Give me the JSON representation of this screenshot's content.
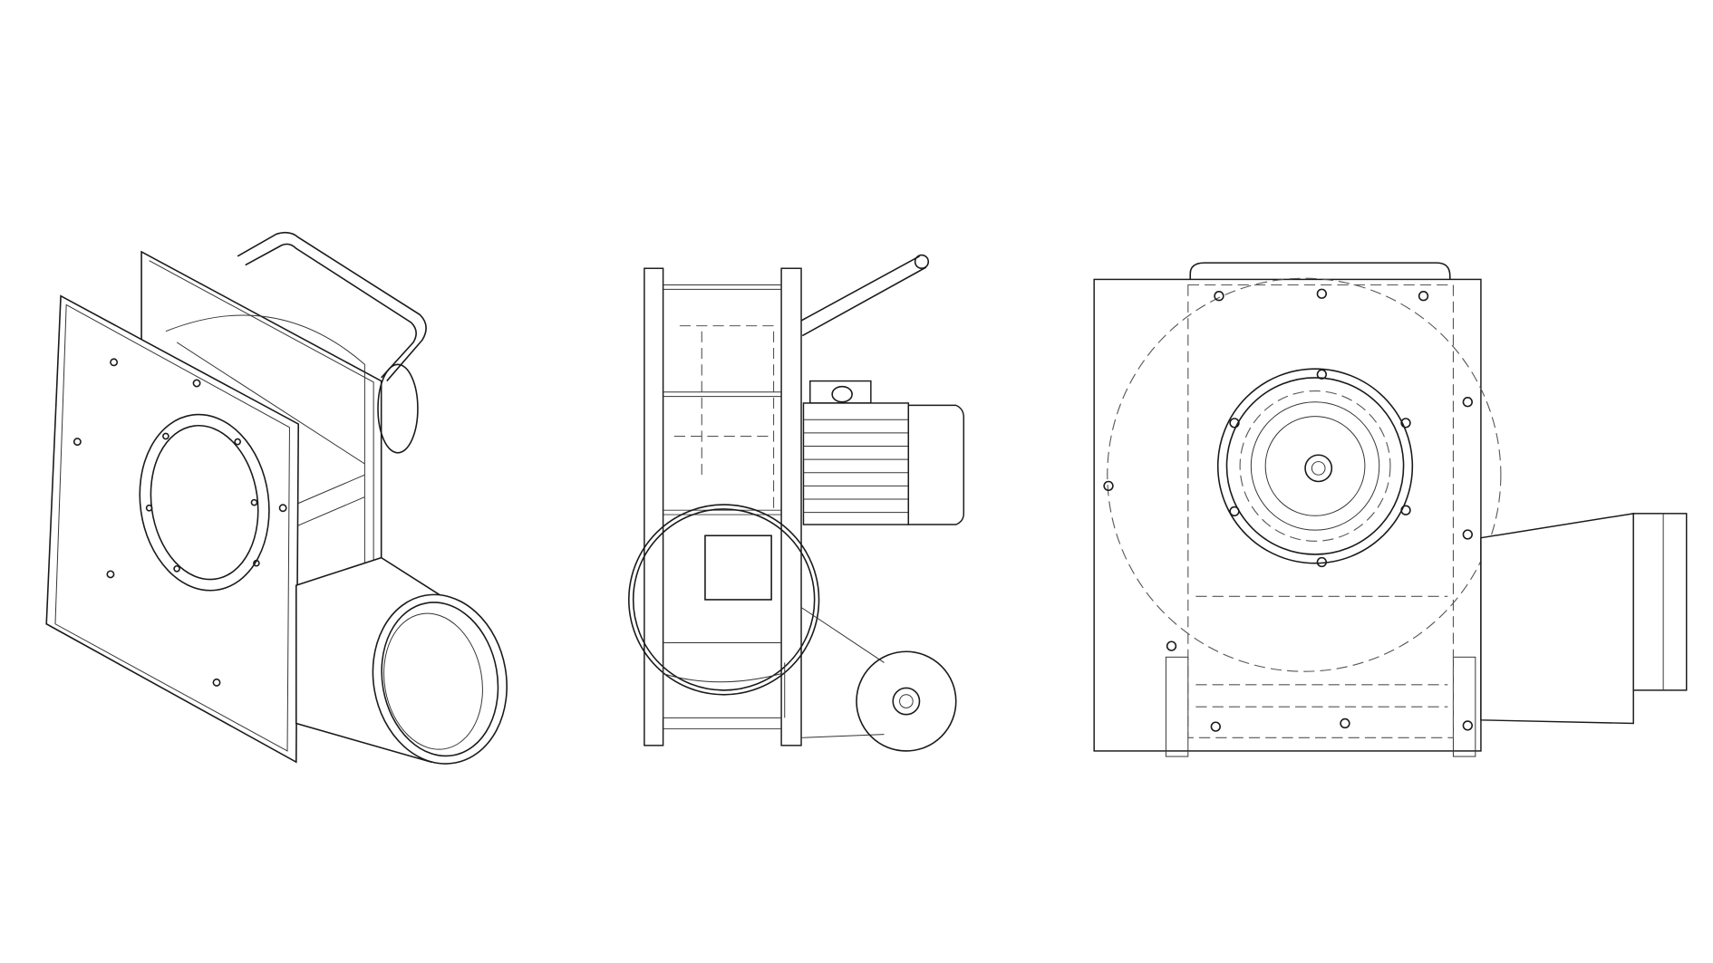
{
  "drawing": {
    "views": [
      "isometric-view",
      "side-view",
      "front-view"
    ],
    "line_color": "#1a1a1a",
    "background": "#ffffff"
  }
}
